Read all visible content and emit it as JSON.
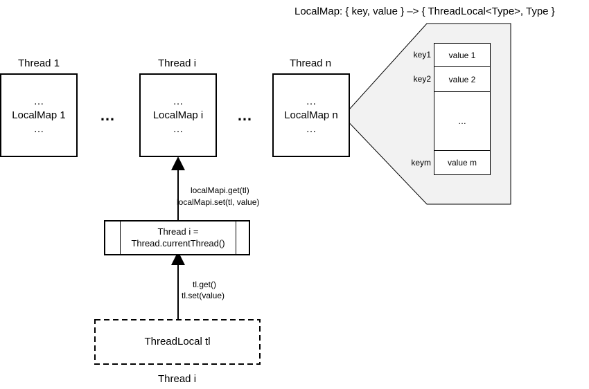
{
  "header": {
    "title": "LocalMap: { key, value } –> { ThreadLocal<Type>, Type }"
  },
  "threads": [
    {
      "title": "Thread 1",
      "top": "…",
      "map": "LocalMap 1",
      "bottom": "…"
    },
    {
      "title": "Thread i",
      "top": "…",
      "map": "LocalMap i",
      "bottom": "…"
    },
    {
      "title": "Thread n",
      "top": "…",
      "map": "LocalMap n",
      "bottom": "…"
    }
  ],
  "ellipsis": "…",
  "map_table": {
    "rows": [
      {
        "key": "key1",
        "value": "value 1"
      },
      {
        "key": "key2",
        "value": "value 2"
      },
      {
        "key": "",
        "value": "…"
      },
      {
        "key": "keym",
        "value": "value m"
      }
    ]
  },
  "arrow_upper": {
    "line1": "localMapi.get(tl)",
    "line2": "localMapi.set(tl, value)"
  },
  "current_thread": {
    "line1": "Thread i =",
    "line2": "Thread.currentThread()"
  },
  "arrow_lower": {
    "line1": "tl.get()",
    "line2": "tl.set(value)"
  },
  "threadlocal": {
    "label": "ThreadLocal tl"
  },
  "footer": {
    "label": "Thread i"
  }
}
